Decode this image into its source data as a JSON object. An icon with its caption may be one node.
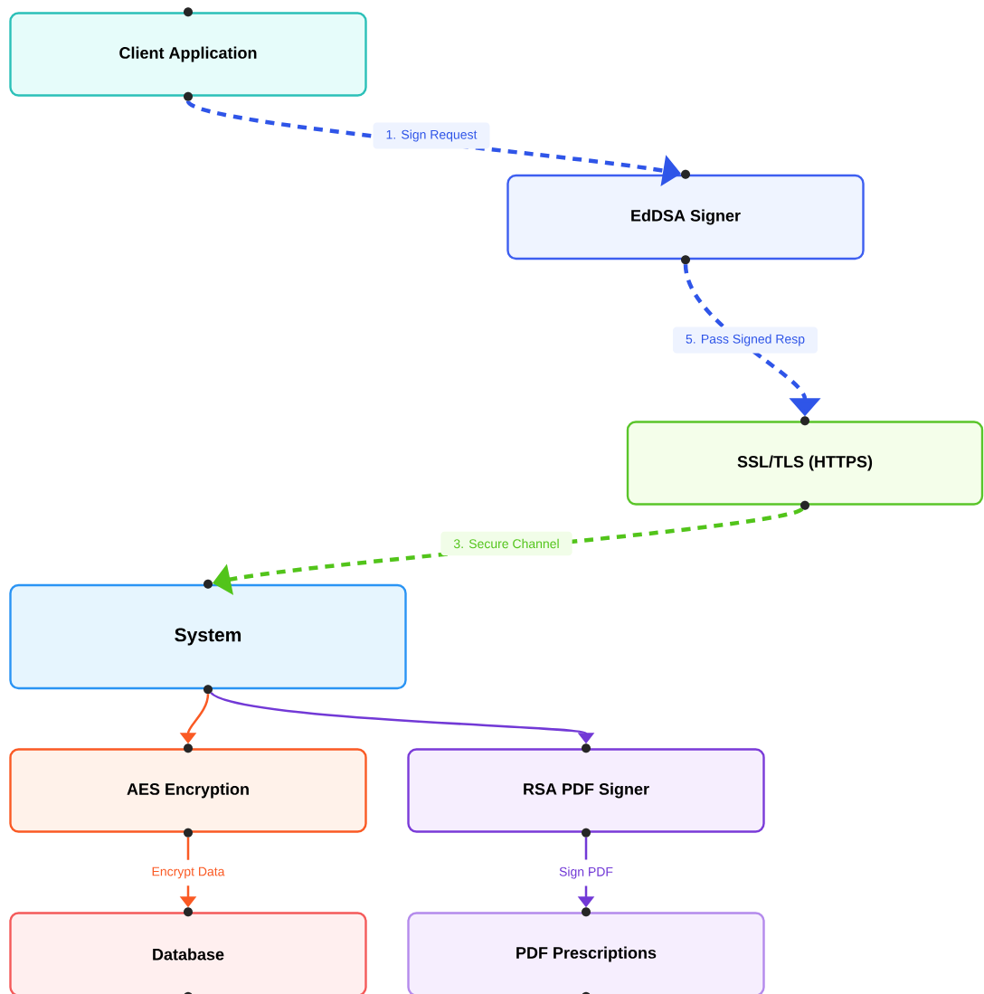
{
  "diagram": {
    "nodes": [
      {
        "text": [
          "Client Application"
        ]
      },
      {
        "text": [
          "EdDSA Signer"
        ]
      },
      {
        "text": [
          "SSL/TLS (HTTPS)"
        ]
      },
      {
        "text": [
          "System"
        ]
      },
      {
        "text": [
          "AES Encryption"
        ]
      },
      {
        "text": [
          "RSA PDF Signer"
        ]
      },
      {
        "text": [
          "Database"
        ]
      },
      {
        "text": [
          "PDF Prescriptions"
        ]
      }
    ],
    "edges": [
      {
        "from": 0,
        "to": 1,
        "arrow": "to",
        "label": "1. Sign Request",
        "style": "dashed",
        "color": "#2f55e8"
      },
      {
        "from": 1,
        "to": 2,
        "arrow": "to",
        "label": "5. Pass Signed Resp",
        "style": "dashed",
        "color": "#2f55e8"
      },
      {
        "from": 2,
        "to": 3,
        "arrow": "to",
        "label": "3. Secure Channel",
        "style": "dashed",
        "color": "#52c41a"
      },
      {
        "from": 3,
        "to": 4,
        "arrow": "to",
        "color": "#fa5a24"
      },
      {
        "from": 3,
        "to": 5,
        "arrow": "to",
        "color": "#7239d6"
      },
      {
        "from": 4,
        "to": 6,
        "arrow": "to",
        "label": "Encrypt Data",
        "color": "#fa5a24"
      },
      {
        "from": 5,
        "to": 7,
        "arrow": "to",
        "label": "Sign PDF",
        "color": "#7239d6"
      }
    ]
  }
}
